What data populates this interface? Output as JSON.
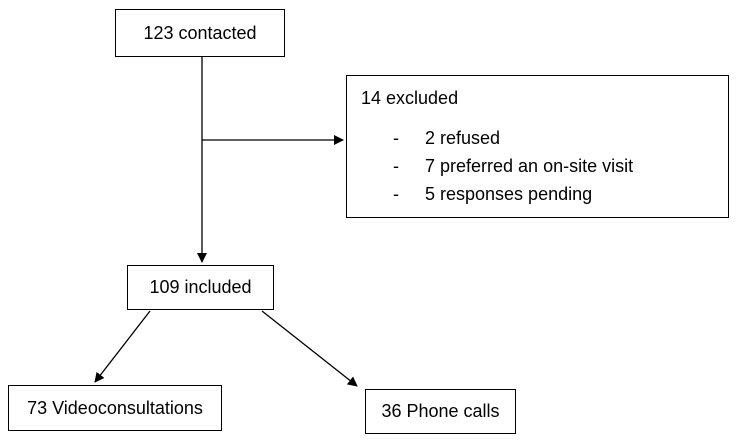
{
  "flow": {
    "contacted": "123 contacted",
    "excluded": {
      "title": "14 excluded",
      "reasons": [
        {
          "bullet": "-",
          "text": "2 refused"
        },
        {
          "bullet": "-",
          "text": "7 preferred an on-site visit"
        },
        {
          "bullet": "-",
          "text": "5 responses pending"
        }
      ]
    },
    "included": "109 included",
    "videoconsultations": "73 Videoconsultations",
    "phone_calls": "36 Phone calls"
  },
  "colors": {
    "line": "#000000",
    "box_border": "#000000",
    "background": "#ffffff"
  }
}
